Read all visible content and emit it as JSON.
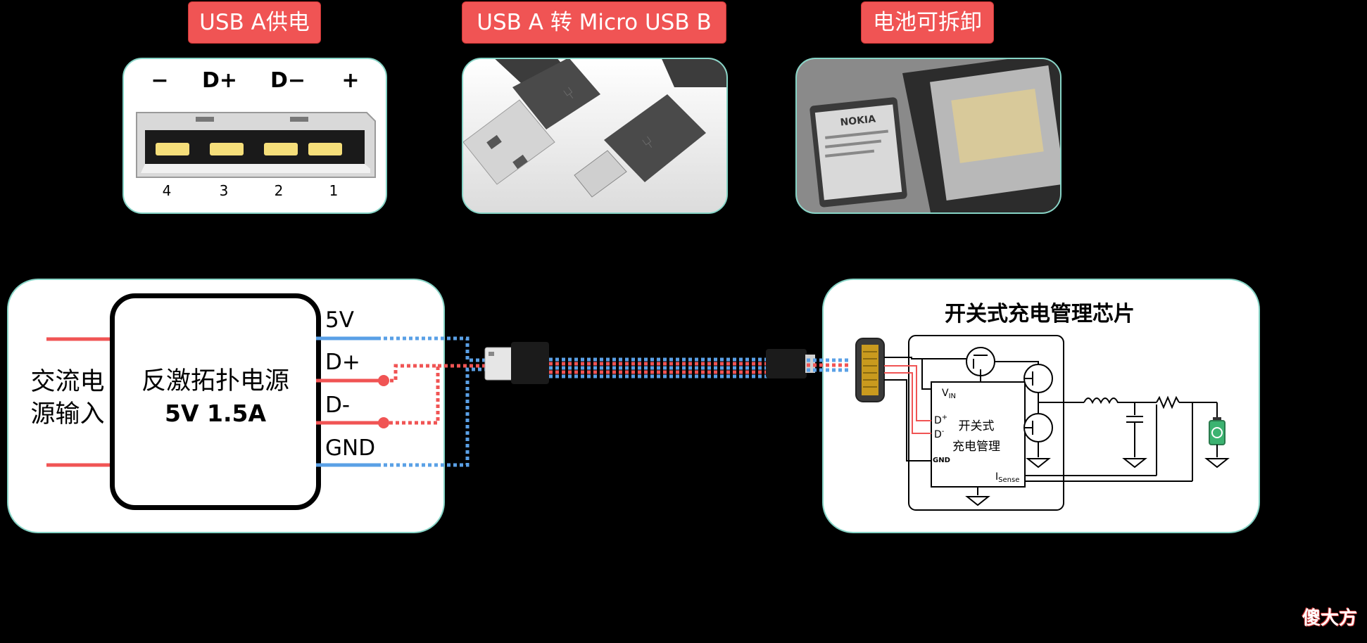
{
  "tags": {
    "usb_a_power": "USB A供电",
    "cable": "USB A 转 Micro USB B",
    "battery": "电池可拆卸"
  },
  "usb_pinout": {
    "top_labels": [
      "−",
      "D+",
      "D−",
      "+"
    ],
    "pin_numbers": [
      "4",
      "3",
      "2",
      "1"
    ]
  },
  "battery_photo": {
    "brand": "NOKIA"
  },
  "left_panel": {
    "ac_input_line1": "交流电",
    "ac_input_line2": "源输入",
    "psu_line1": "反激拓扑电源",
    "psu_line2": "5V 1.5A",
    "pin_5v": "5V",
    "pin_dp": "D+",
    "pin_dm": "D-",
    "pin_gnd": "GND"
  },
  "right_panel": {
    "title": "开关式充电管理芯片",
    "chip_line1": "开关式",
    "chip_line2": "充电管理",
    "vin_main": "V",
    "vin_sub": "IN",
    "dp_main": "D",
    "dp_sup": "+",
    "dm_main": "D",
    "dm_sup": "-",
    "gnd": "GND",
    "isense_main": "I",
    "isense_sub": "Sense"
  },
  "watermark": "傻大方",
  "colors": {
    "accent_red": "#f05454",
    "wire_blue": "#5aa0e6",
    "card_border": "#86d4c6"
  }
}
